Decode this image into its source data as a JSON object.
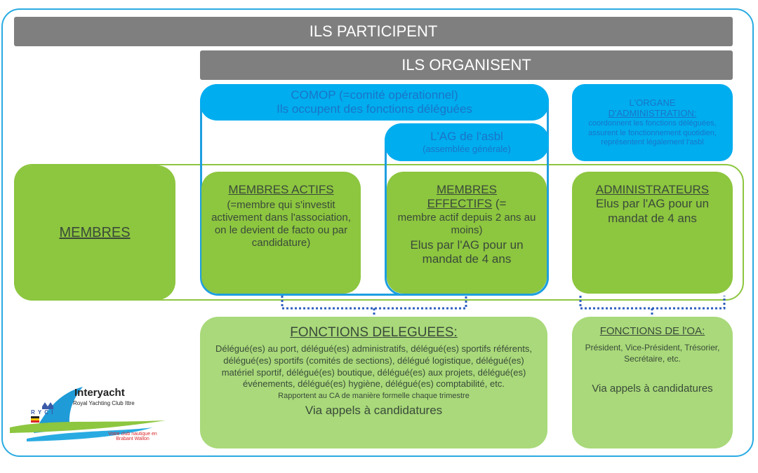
{
  "participent": "ILS PARTICIPENT",
  "organisent": "ILS ORGANISENT",
  "comop": {
    "line1": "COMOP (=comité opérationnel)",
    "line2": "Ils occupent des fonctions déléguées"
  },
  "organe": {
    "title1": "L'ORGANE",
    "title2": "D'ADMINISTRATION:",
    "desc": "coordonnent les fonctions déléguées, assurent le fonctionnement quotidien, représentent légalement l'asbl"
  },
  "ag": {
    "title": "L'AG de l'asbl",
    "subtitle": "(assemblée générale)"
  },
  "membres": "MEMBRES",
  "actifs": {
    "title": "MEMBRES ACTIFS",
    "desc": "(=membre qui s'investit activement dans l'association, on le devient de facto ou par candidature)"
  },
  "effectifs": {
    "title1": "MEMBRES",
    "title2": "EFFECTIFS",
    "suffix": " (=",
    "desc": "membre actif depuis 2 ans au moins)",
    "elus": "Elus par l'AG pour un mandat de 4 ans"
  },
  "admins": {
    "title": "ADMINISTRATEURS",
    "desc": "Elus par l'AG pour un mandat de 4 ans"
  },
  "fonctions": {
    "title": "FONCTIONS DELEGUEES:",
    "desc": "Délégué(es) au port, délégué(es) administratifs, délégué(es) sportifs référents, délégué(es) sportifs (comités de sections), délégué logistique, délégué(es) matériel sportif, délégué(es) boutique, délégué(es) aux projets, délégué(es) événements, délégué(es) hygiène, délégué(es) comptabilité, etc.",
    "rapport": "Rapportent au CA de manière formelle chaque trimestre",
    "appels": "Via appels à candidatures"
  },
  "oa": {
    "title": "FONCTIONS DE l'OA:",
    "desc": "Président, Vice-Président, Trésorier, Secrétaire, etc.",
    "appels": "Via appels à candidatures"
  },
  "logo": {
    "name": "Interyacht",
    "sub": "Royal Yachting Club Ittre",
    "ryci": "R Y C I",
    "tagline1": "Votre club nautique en",
    "tagline2": "Brabant Wallon"
  },
  "colors": {
    "blue": "#00adef",
    "green": "#8dc63f",
    "light_green": "#a9d97a",
    "grey_bar": "#7f7f7f",
    "frame": "#29abe2"
  }
}
